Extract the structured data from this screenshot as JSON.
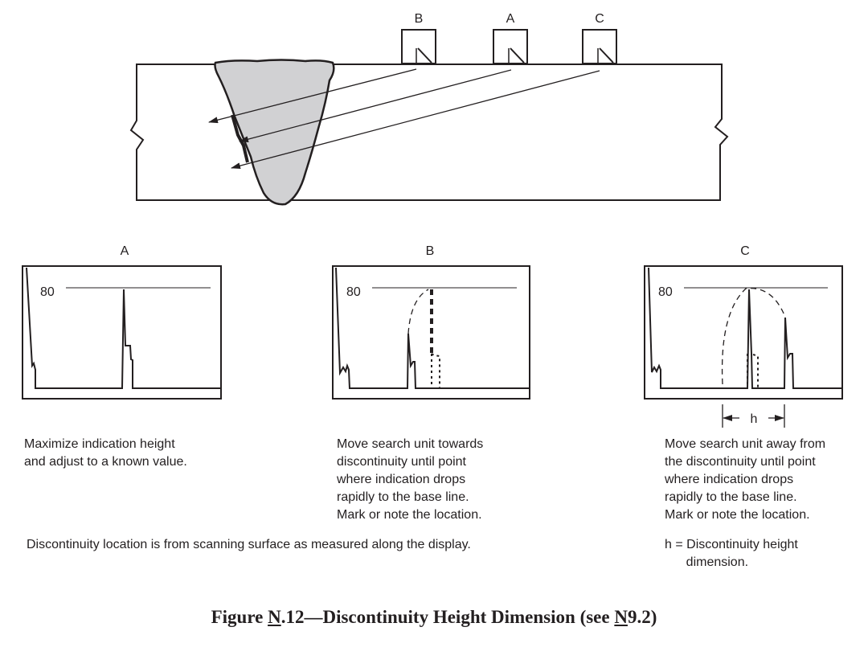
{
  "weld_section": {
    "probe_labels": [
      "B",
      "A",
      "C"
    ]
  },
  "screens": [
    {
      "label": "A",
      "reference_level": "80",
      "description": "Maximize indication height\nand adjust to a known value."
    },
    {
      "label": "B",
      "reference_level": "80",
      "description": "Move search unit towards\ndiscontinuity until point\nwhere indication drops\nrapidly to the base line.\nMark or note the location."
    },
    {
      "label": "C",
      "reference_level": "80",
      "description": "Move search unit away from\nthe discontinuity until point\nwhere indication drops\nrapidly to the base line.\nMark or note the location."
    }
  ],
  "dimension_label": "h",
  "note_location": "Discontinuity location is from scanning surface as measured along the display.",
  "note_h": "h = Discontinuity height\n      dimension.",
  "caption": {
    "prefix": "Figure ",
    "n1": "N",
    "middle": ".12—Discontinuity Height Dimension (see ",
    "n2": "N",
    "suffix": "9.2)"
  }
}
